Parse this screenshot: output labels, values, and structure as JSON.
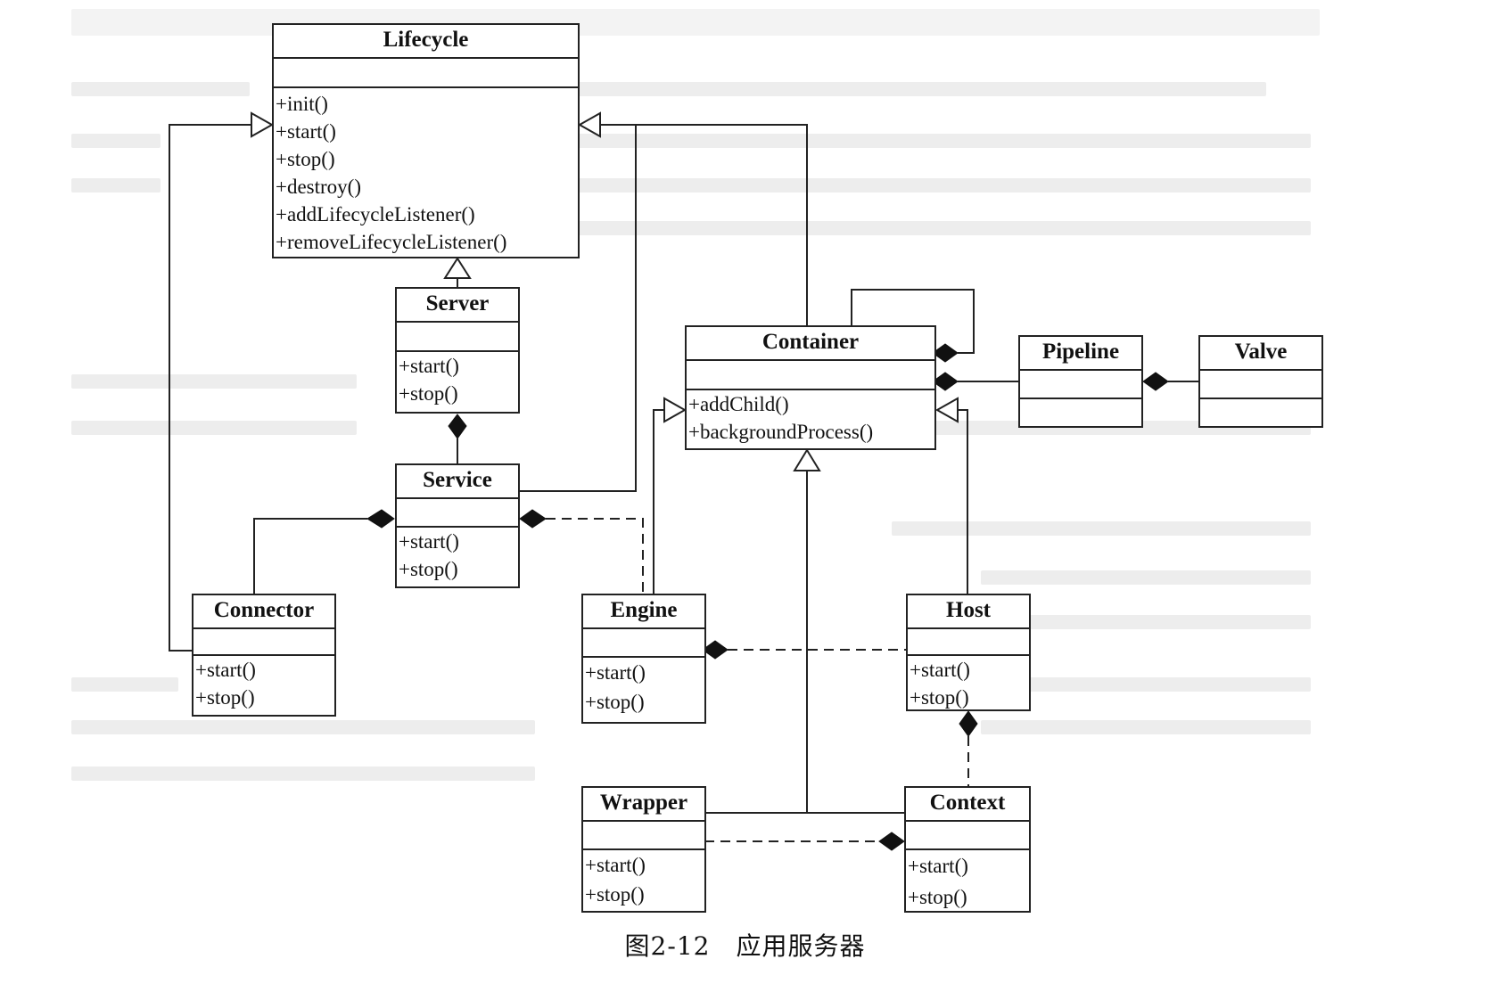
{
  "classes": {
    "lifecycle": {
      "name": "Lifecycle",
      "ops": [
        "+init()",
        "+start()",
        "+stop()",
        "+destroy()",
        "+addLifecycleListener()",
        "+removeLifecycleListener()"
      ]
    },
    "server": {
      "name": "Server",
      "ops": [
        "+start()",
        "+stop()"
      ]
    },
    "service": {
      "name": "Service",
      "ops": [
        "+start()",
        "+stop()"
      ]
    },
    "connector": {
      "name": "Connector",
      "ops": [
        "+start()",
        "+stop()"
      ]
    },
    "container": {
      "name": "Container",
      "ops": [
        "+addChild()",
        "+backgroundProcess()"
      ]
    },
    "pipeline": {
      "name": "Pipeline",
      "ops": []
    },
    "valve": {
      "name": "Valve",
      "ops": []
    },
    "engine": {
      "name": "Engine",
      "ops": [
        "+start()",
        "+stop()"
      ]
    },
    "host": {
      "name": "Host",
      "ops": [
        "+start()",
        "+stop()"
      ]
    },
    "wrapper": {
      "name": "Wrapper",
      "ops": [
        "+start()",
        "+stop()"
      ]
    },
    "context": {
      "name": "Context",
      "ops": [
        "+start()",
        "+stop()"
      ]
    }
  },
  "caption": "图2-12　应用服务器"
}
